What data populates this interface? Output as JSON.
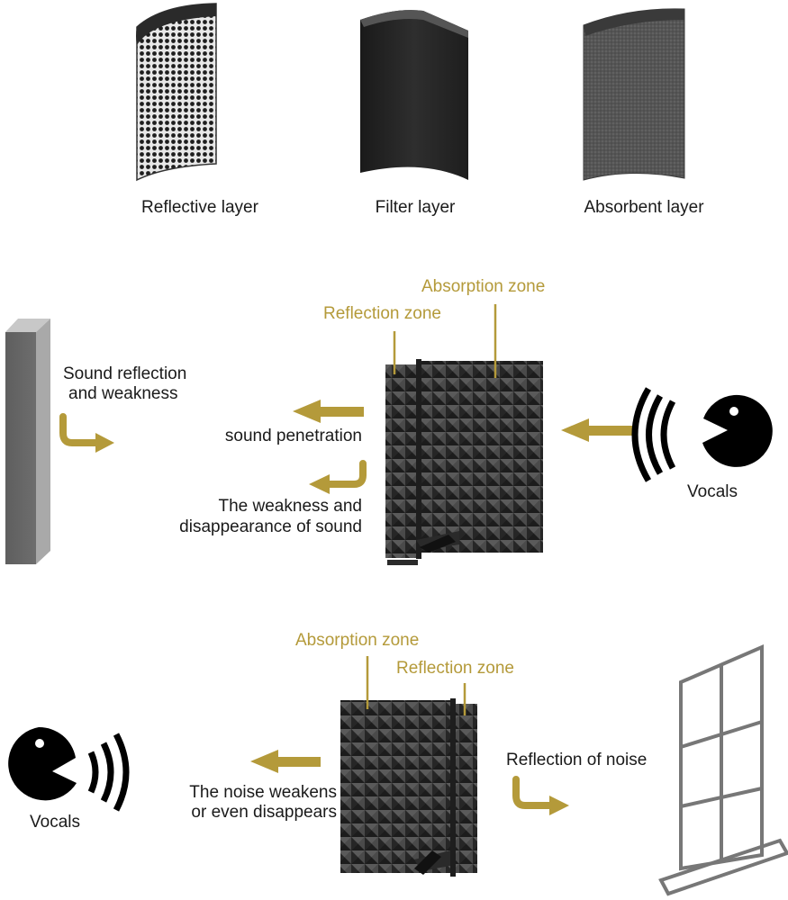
{
  "colors": {
    "accent_gold": "#b49a3a",
    "foam_dark": "#3c3c3c",
    "wall_gray": "#6e6e6e",
    "text": "#1a1a1a"
  },
  "layers": [
    {
      "label": "Reflective layer",
      "icon": "perforated-metal-icon"
    },
    {
      "label": "Filter layer",
      "icon": "filter-sheet-icon"
    },
    {
      "label": "Absorbent layer",
      "icon": "absorbent-foam-icon"
    }
  ],
  "diagram1": {
    "absorption_zone": "Absorption zone",
    "reflection_zone": "Reflection zone",
    "sound_reflection": [
      "Sound reflection",
      "and weakness"
    ],
    "sound_penetration": "sound penetration",
    "weakness": [
      "The weakness and",
      "disappearance of sound"
    ],
    "vocals": "Vocals"
  },
  "diagram2": {
    "absorption_zone": "Absorption zone",
    "reflection_zone": "Reflection zone",
    "noise_weakens": [
      "The noise weakens",
      "or even disappears"
    ],
    "reflection_noise": "Reflection of noise",
    "vocals": "Vocals"
  }
}
